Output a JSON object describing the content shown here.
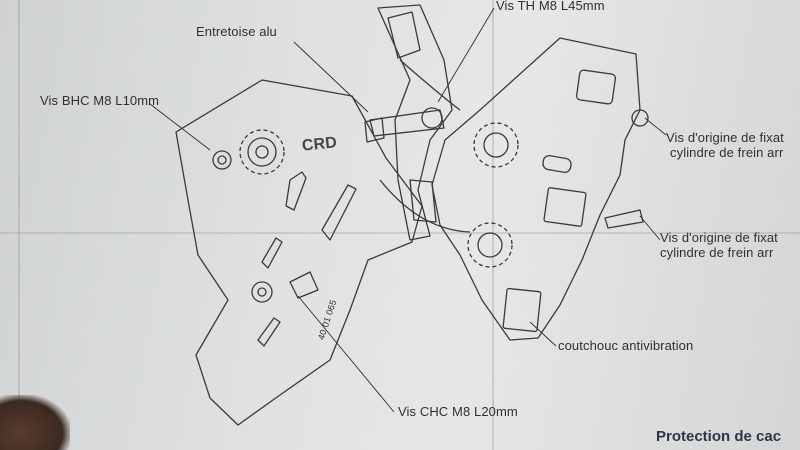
{
  "labels": {
    "entretoise": "Entretoise alu",
    "vis_th": "Vis TH M8 L45mm",
    "vis_bhc": "Vis BHC M8 L10mm",
    "vis_origine_1_line1": "Vis d'origine de fixat",
    "vis_origine_1_line2": "cylindre de frein arr",
    "vis_origine_2_line1": "Vis d'origine de fixat",
    "vis_origine_2_line2": "cylindre de frein arr",
    "coutchouc": "coutchouc antivibration",
    "vis_chc": "Vis CHC M8 L20mm",
    "crd_logo": "CRD",
    "part_number": "40·01 065"
  },
  "title": "Protection de cac",
  "colors": {
    "paper": "#dcdfdf",
    "ink": "#2f3030",
    "title": "#2d3646"
  }
}
